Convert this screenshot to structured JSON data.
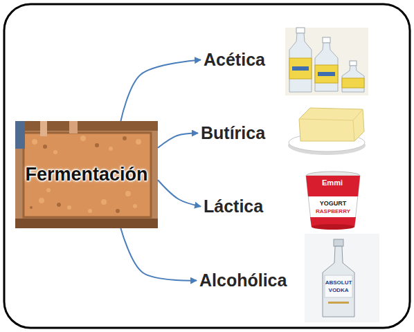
{
  "diagram": {
    "nodes": [
      {
        "text": [
          "Fermentación"
        ]
      },
      {
        "text": [
          "Acética"
        ]
      },
      {
        "text": [
          "Butírica"
        ]
      },
      {
        "text": [
          "Láctica"
        ]
      },
      {
        "text": [
          "Alcohólica"
        ]
      }
    ],
    "edges": [
      {
        "from": 0,
        "to": 1,
        "arrow": "to"
      },
      {
        "from": 0,
        "to": 2,
        "arrow": "to"
      },
      {
        "from": 0,
        "to": 3,
        "arrow": "to"
      },
      {
        "from": 0,
        "to": 4,
        "arrow": "to"
      }
    ],
    "labels": [
      "Emmi",
      "YOGURT",
      "RASPBERRY",
      "ABSOLUT",
      "VODKA"
    ]
  }
}
